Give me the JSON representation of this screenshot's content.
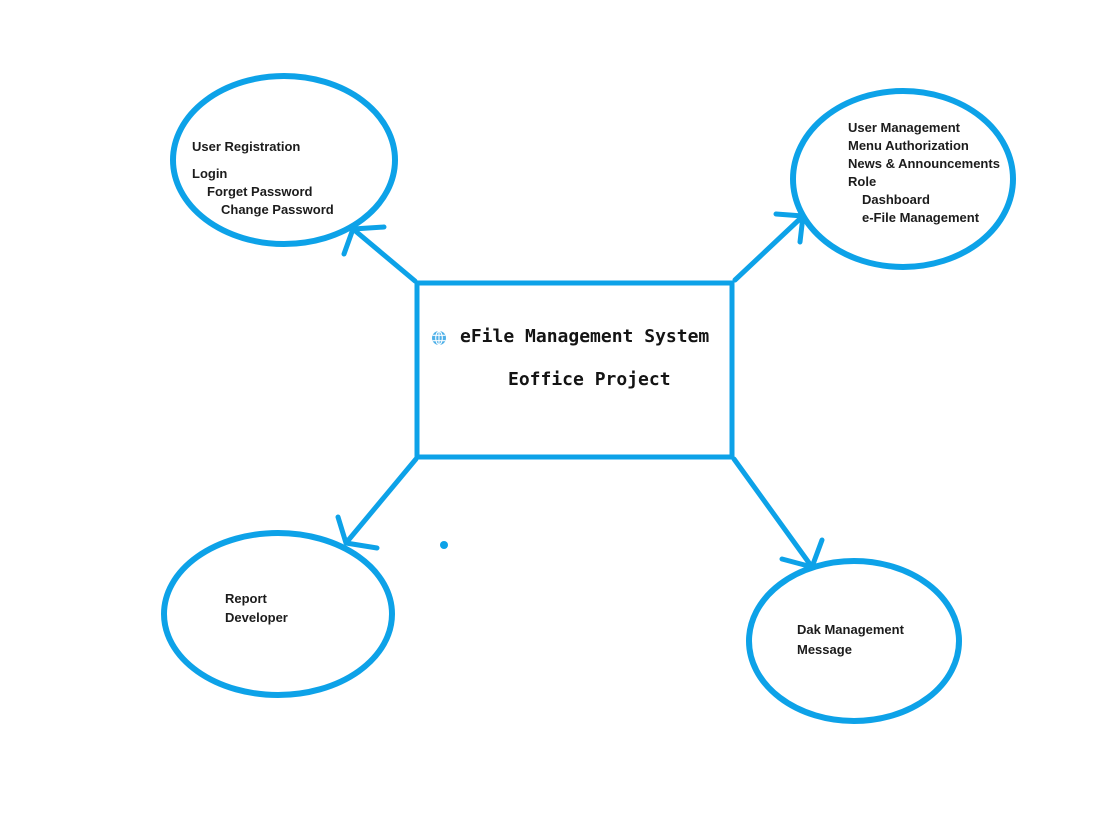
{
  "colors": {
    "stroke": "#0da2e8",
    "globe_fill": "#4fb0e8",
    "text": "#1c1c1c"
  },
  "center": {
    "title": "eFile Management System",
    "subtitle": "Eoffice Project",
    "icon": "globe-icon"
  },
  "nodes": {
    "top_left": {
      "lines": [
        "User Registration",
        "Login",
        "Forget Password",
        "Change Password"
      ]
    },
    "top_right": {
      "lines": [
        "User Management",
        "Menu Authorization",
        "News & Announcements",
        "Role",
        "Dashboard",
        "e-File Management"
      ]
    },
    "bottom_left": {
      "lines": [
        "Report",
        "Developer"
      ]
    },
    "bottom_right": {
      "lines": [
        "Dak Management",
        "Message"
      ]
    }
  }
}
